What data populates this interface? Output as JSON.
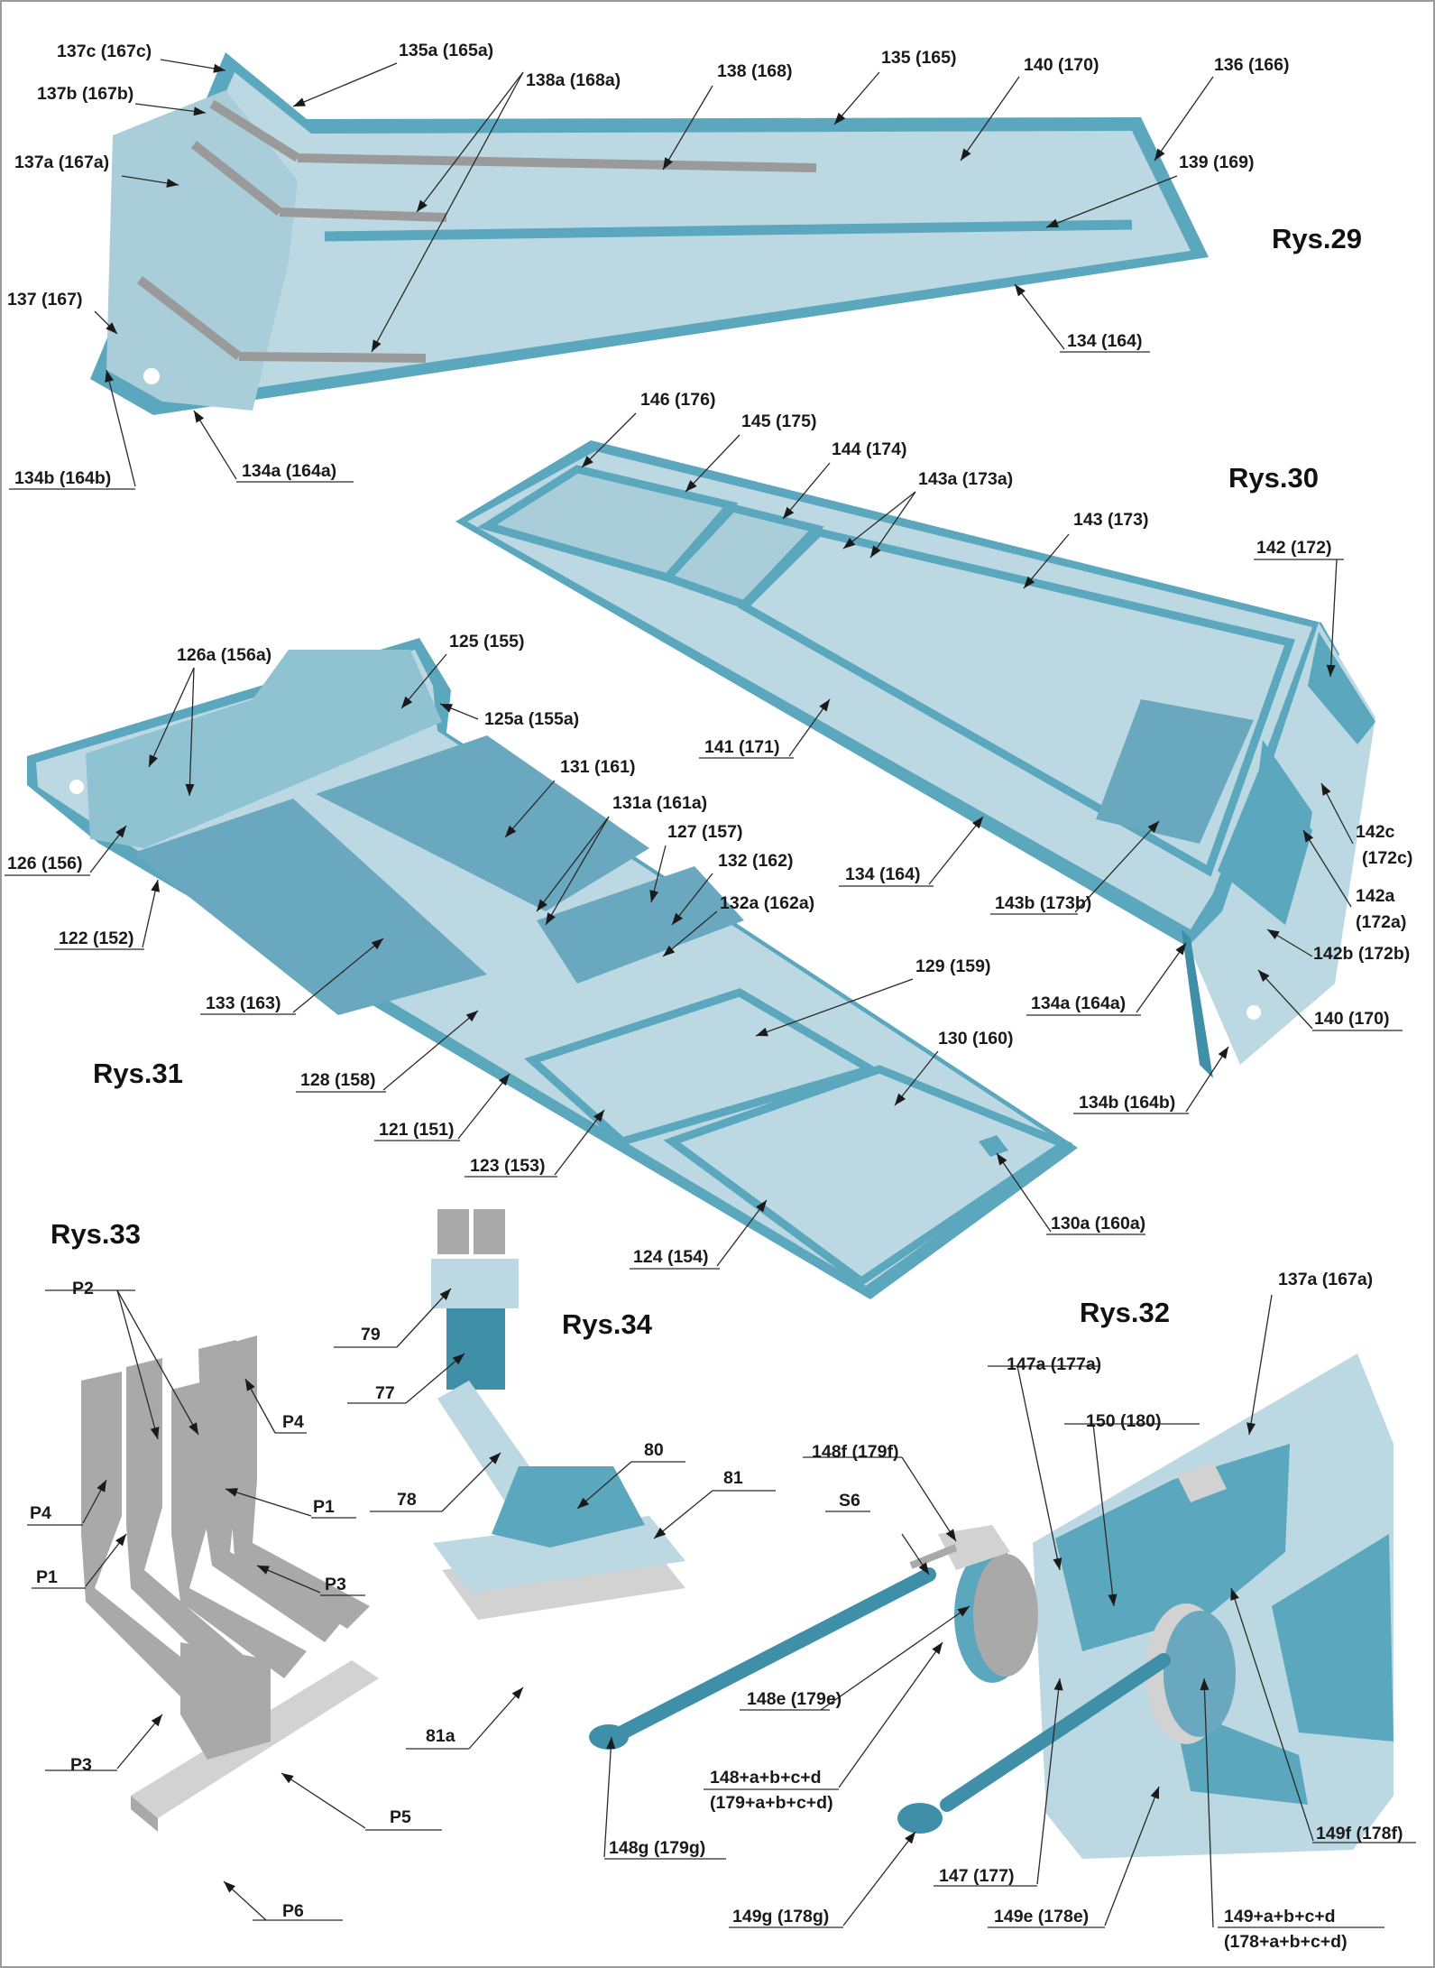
{
  "figures": {
    "rys29": "Rys.29",
    "rys30": "Rys.30",
    "rys31": "Rys.31",
    "rys32": "Rys.32",
    "rys33": "Rys.33",
    "rys34": "Rys.34"
  },
  "callouts": {
    "fig29": [
      "137c (167c)",
      "135a (165a)",
      "138a (168a)",
      "138 (168)",
      "135 (165)",
      "140 (170)",
      "136 (166)",
      "137b (167b)",
      "137a (167a)",
      "139 (169)",
      "137 (167)",
      "134 (164)",
      "134b (164b)",
      "134a (164a)"
    ],
    "fig30": [
      "146 (176)",
      "145 (175)",
      "144 (174)",
      "143a (173a)",
      "143 (173)",
      "142 (172)",
      "141 (171)",
      "134 (164)",
      "142c",
      "(172c)",
      "142a",
      "(172a)",
      "143b (173b)",
      "142b (172b)",
      "134a (164a)",
      "140 (170)",
      "134b (164b)"
    ],
    "fig31": [
      "126a (156a)",
      "125 (155)",
      "125a (155a)",
      "131 (161)",
      "131a (161a)",
      "127 (157)",
      "132 (162)",
      "132a (162a)",
      "126 (156)",
      "122 (152)",
      "133 (163)",
      "129 (159)",
      "130 (160)",
      "128 (158)",
      "121 (151)",
      "123 (153)",
      "130a (160a)",
      "124 (154)"
    ],
    "fig33": [
      "P2",
      "P4",
      "P4",
      "P1",
      "P1",
      "P3",
      "P3",
      "P5",
      "P6"
    ],
    "fig34": [
      "79",
      "77",
      "78",
      "80",
      "81",
      "81a"
    ],
    "fig32": [
      "137a (167a)",
      "147a (177a)",
      "150 (180)",
      "148f (179f)",
      "S6",
      "148e (179e)",
      "148+a+b+c+d",
      "(179+a+b+c+d)",
      "148g (179g)",
      "149f (178f)",
      "147 (177)",
      "149g (178g)",
      "149e (178e)",
      "149+a+b+c+d",
      "(178+a+b+c+d)"
    ]
  },
  "colors": {
    "panel_light": "#bcd8e2",
    "panel_mid": "#8fc3d2",
    "trim_blue": "#5aa7be",
    "trim_dark": "#3f8fa8",
    "part_grey": "#a9a9a9",
    "part_grey_light": "#d2d2d2",
    "ink": "#1a1a1a"
  }
}
